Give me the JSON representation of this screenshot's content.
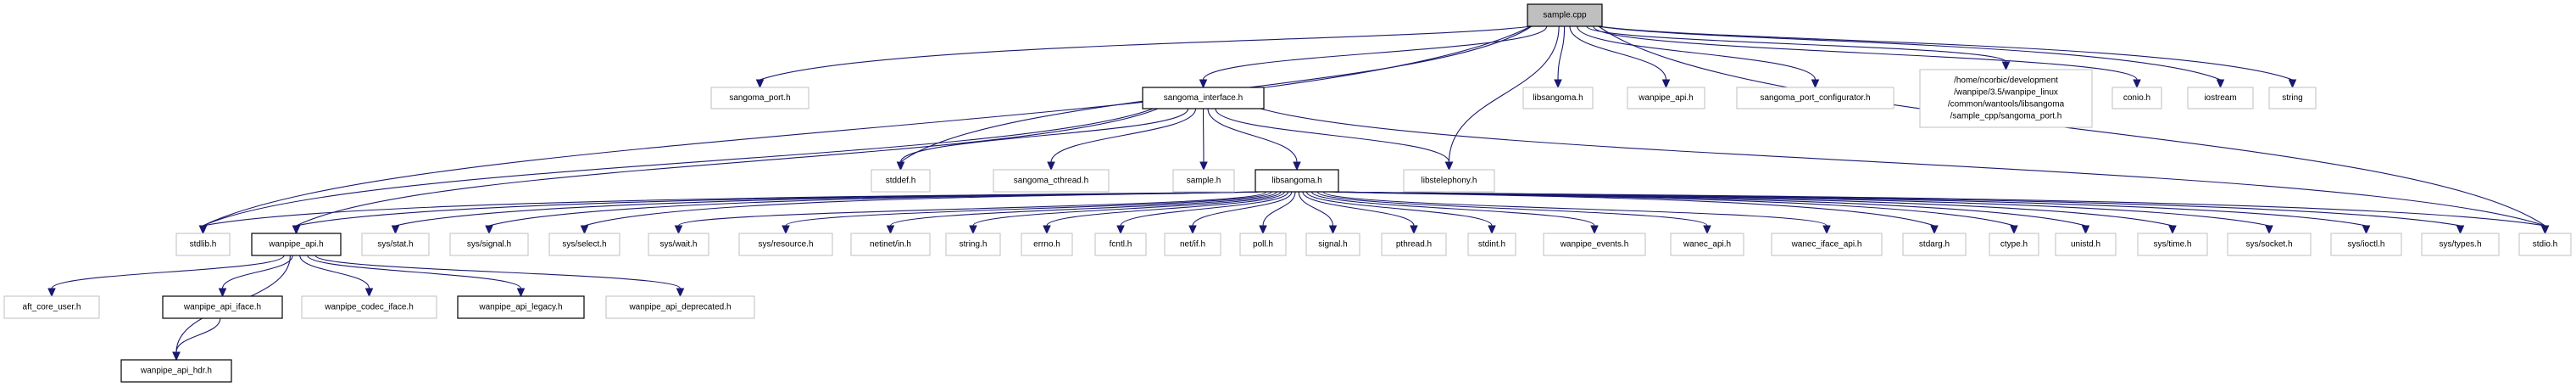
{
  "title": "sample.cpp include dependency graph",
  "colors": {
    "edge": "#191970",
    "root_fill": "#bfbfbf",
    "documented_border": "#000000",
    "undocumented_border": "#bfbfbf",
    "background": "#ffffff"
  },
  "nodes": [
    {
      "id": "sample_cpp",
      "label": [
        "sample.cpp"
      ],
      "kind": "root"
    },
    {
      "id": "sangoma_port_h",
      "label": [
        "sangoma_port.h"
      ],
      "kind": "plain"
    },
    {
      "id": "sangoma_interface_h",
      "label": [
        "sangoma_interface.h"
      ],
      "kind": "documented"
    },
    {
      "id": "libsangoma_h_top",
      "label": [
        "libsangoma.h"
      ],
      "kind": "plain"
    },
    {
      "id": "wanpipe_api_h_top",
      "label": [
        "wanpipe_api.h"
      ],
      "kind": "plain"
    },
    {
      "id": "sangoma_port_configurator_h",
      "label": [
        "sangoma_port_configurator.h"
      ],
      "kind": "plain"
    },
    {
      "id": "sangoma_port_path",
      "label": [
        "/home/ncorbic/development",
        "/wanpipe/3.5/wanpipe_linux",
        "/common/wantools/libsangoma",
        "/sample_cpp/sangoma_port.h"
      ],
      "kind": "plain"
    },
    {
      "id": "conio_h",
      "label": [
        "conio.h"
      ],
      "kind": "plain"
    },
    {
      "id": "iostream",
      "label": [
        "iostream"
      ],
      "kind": "plain"
    },
    {
      "id": "string",
      "label": [
        "string"
      ],
      "kind": "plain"
    },
    {
      "id": "stddef_h",
      "label": [
        "stddef.h"
      ],
      "kind": "plain"
    },
    {
      "id": "sangoma_cthread_h",
      "label": [
        "sangoma_cthread.h"
      ],
      "kind": "plain"
    },
    {
      "id": "sample_h",
      "label": [
        "sample.h"
      ],
      "kind": "plain"
    },
    {
      "id": "libsangoma_h",
      "label": [
        "libsangoma.h"
      ],
      "kind": "documented"
    },
    {
      "id": "libstelephony_h",
      "label": [
        "libstelephony.h"
      ],
      "kind": "plain"
    },
    {
      "id": "stdlib_h",
      "label": [
        "stdlib.h"
      ],
      "kind": "plain"
    },
    {
      "id": "wanpipe_api_h",
      "label": [
        "wanpipe_api.h"
      ],
      "kind": "documented"
    },
    {
      "id": "sys_stat_h",
      "label": [
        "sys/stat.h"
      ],
      "kind": "plain"
    },
    {
      "id": "sys_signal_h",
      "label": [
        "sys/signal.h"
      ],
      "kind": "plain"
    },
    {
      "id": "sys_select_h",
      "label": [
        "sys/select.h"
      ],
      "kind": "plain"
    },
    {
      "id": "sys_wait_h",
      "label": [
        "sys/wait.h"
      ],
      "kind": "plain"
    },
    {
      "id": "sys_resource_h",
      "label": [
        "sys/resource.h"
      ],
      "kind": "plain"
    },
    {
      "id": "netinet_in_h",
      "label": [
        "netinet/in.h"
      ],
      "kind": "plain"
    },
    {
      "id": "string_h",
      "label": [
        "string.h"
      ],
      "kind": "plain"
    },
    {
      "id": "errno_h",
      "label": [
        "errno.h"
      ],
      "kind": "plain"
    },
    {
      "id": "fcntl_h",
      "label": [
        "fcntl.h"
      ],
      "kind": "plain"
    },
    {
      "id": "net_if_h",
      "label": [
        "net/if.h"
      ],
      "kind": "plain"
    },
    {
      "id": "poll_h",
      "label": [
        "poll.h"
      ],
      "kind": "plain"
    },
    {
      "id": "signal_h",
      "label": [
        "signal.h"
      ],
      "kind": "plain"
    },
    {
      "id": "pthread_h",
      "label": [
        "pthread.h"
      ],
      "kind": "plain"
    },
    {
      "id": "stdint_h",
      "label": [
        "stdint.h"
      ],
      "kind": "plain"
    },
    {
      "id": "wanpipe_events_h",
      "label": [
        "wanpipe_events.h"
      ],
      "kind": "plain"
    },
    {
      "id": "wanec_api_h",
      "label": [
        "wanec_api.h"
      ],
      "kind": "plain"
    },
    {
      "id": "wanec_iface_api_h",
      "label": [
        "wanec_iface_api.h"
      ],
      "kind": "plain"
    },
    {
      "id": "stdarg_h",
      "label": [
        "stdarg.h"
      ],
      "kind": "plain"
    },
    {
      "id": "ctype_h",
      "label": [
        "ctype.h"
      ],
      "kind": "plain"
    },
    {
      "id": "unistd_h",
      "label": [
        "unistd.h"
      ],
      "kind": "plain"
    },
    {
      "id": "sys_time_h",
      "label": [
        "sys/time.h"
      ],
      "kind": "plain"
    },
    {
      "id": "sys_socket_h",
      "label": [
        "sys/socket.h"
      ],
      "kind": "plain"
    },
    {
      "id": "sys_ioctl_h",
      "label": [
        "sys/ioctl.h"
      ],
      "kind": "plain"
    },
    {
      "id": "sys_types_h",
      "label": [
        "sys/types.h"
      ],
      "kind": "plain"
    },
    {
      "id": "stdio_h",
      "label": [
        "stdio.h"
      ],
      "kind": "plain"
    },
    {
      "id": "aft_core_user_h",
      "label": [
        "aft_core_user.h"
      ],
      "kind": "plain"
    },
    {
      "id": "wanpipe_api_iface_h",
      "label": [
        "wanpipe_api_iface.h"
      ],
      "kind": "documented"
    },
    {
      "id": "wanpipe_codec_iface_h",
      "label": [
        "wanpipe_codec_iface.h"
      ],
      "kind": "plain"
    },
    {
      "id": "wanpipe_api_legacy_h",
      "label": [
        "wanpipe_api_legacy.h"
      ],
      "kind": "documented"
    },
    {
      "id": "wanpipe_api_deprecated_h",
      "label": [
        "wanpipe_api_deprecated.h"
      ],
      "kind": "plain"
    },
    {
      "id": "wanpipe_api_hdr_h",
      "label": [
        "wanpipe_api_hdr.h"
      ],
      "kind": "documented"
    }
  ],
  "edges": [
    [
      "sample_cpp",
      "sangoma_port_h"
    ],
    [
      "sample_cpp",
      "sangoma_interface_h"
    ],
    [
      "sample_cpp",
      "libsangoma_h_top"
    ],
    [
      "sample_cpp",
      "wanpipe_api_h_top"
    ],
    [
      "sample_cpp",
      "sangoma_port_configurator_h"
    ],
    [
      "sample_cpp",
      "sangoma_port_path"
    ],
    [
      "sample_cpp",
      "conio_h"
    ],
    [
      "sample_cpp",
      "iostream"
    ],
    [
      "sample_cpp",
      "string"
    ],
    [
      "sample_cpp",
      "stddef_h"
    ],
    [
      "sample_cpp",
      "stdlib_h"
    ],
    [
      "sample_cpp",
      "libstelephony_h"
    ],
    [
      "sample_cpp",
      "stdio_h"
    ],
    [
      "sangoma_interface_h",
      "stddef_h"
    ],
    [
      "sangoma_interface_h",
      "sangoma_cthread_h"
    ],
    [
      "sangoma_interface_h",
      "sample_h"
    ],
    [
      "sangoma_interface_h",
      "libsangoma_h"
    ],
    [
      "sangoma_interface_h",
      "libstelephony_h"
    ],
    [
      "sangoma_interface_h",
      "stdlib_h"
    ],
    [
      "sangoma_interface_h",
      "wanpipe_api_h"
    ],
    [
      "sangoma_interface_h",
      "stdio_h"
    ],
    [
      "libsangoma_h",
      "stdlib_h"
    ],
    [
      "libsangoma_h",
      "wanpipe_api_h"
    ],
    [
      "libsangoma_h",
      "sys_stat_h"
    ],
    [
      "libsangoma_h",
      "sys_signal_h"
    ],
    [
      "libsangoma_h",
      "sys_select_h"
    ],
    [
      "libsangoma_h",
      "sys_wait_h"
    ],
    [
      "libsangoma_h",
      "sys_resource_h"
    ],
    [
      "libsangoma_h",
      "netinet_in_h"
    ],
    [
      "libsangoma_h",
      "string_h"
    ],
    [
      "libsangoma_h",
      "errno_h"
    ],
    [
      "libsangoma_h",
      "fcntl_h"
    ],
    [
      "libsangoma_h",
      "net_if_h"
    ],
    [
      "libsangoma_h",
      "poll_h"
    ],
    [
      "libsangoma_h",
      "signal_h"
    ],
    [
      "libsangoma_h",
      "pthread_h"
    ],
    [
      "libsangoma_h",
      "stdint_h"
    ],
    [
      "libsangoma_h",
      "wanpipe_events_h"
    ],
    [
      "libsangoma_h",
      "wanec_api_h"
    ],
    [
      "libsangoma_h",
      "wanec_iface_api_h"
    ],
    [
      "libsangoma_h",
      "stdarg_h"
    ],
    [
      "libsangoma_h",
      "ctype_h"
    ],
    [
      "libsangoma_h",
      "unistd_h"
    ],
    [
      "libsangoma_h",
      "sys_time_h"
    ],
    [
      "libsangoma_h",
      "sys_socket_h"
    ],
    [
      "libsangoma_h",
      "sys_ioctl_h"
    ],
    [
      "libsangoma_h",
      "sys_types_h"
    ],
    [
      "libsangoma_h",
      "stdio_h"
    ],
    [
      "wanpipe_api_h",
      "aft_core_user_h"
    ],
    [
      "wanpipe_api_h",
      "wanpipe_api_iface_h"
    ],
    [
      "wanpipe_api_h",
      "wanpipe_codec_iface_h"
    ],
    [
      "wanpipe_api_h",
      "wanpipe_api_legacy_h"
    ],
    [
      "wanpipe_api_h",
      "wanpipe_api_deprecated_h"
    ],
    [
      "wanpipe_api_h",
      "wanpipe_api_hdr_h"
    ],
    [
      "wanpipe_api_iface_h",
      "wanpipe_api_hdr_h"
    ]
  ]
}
